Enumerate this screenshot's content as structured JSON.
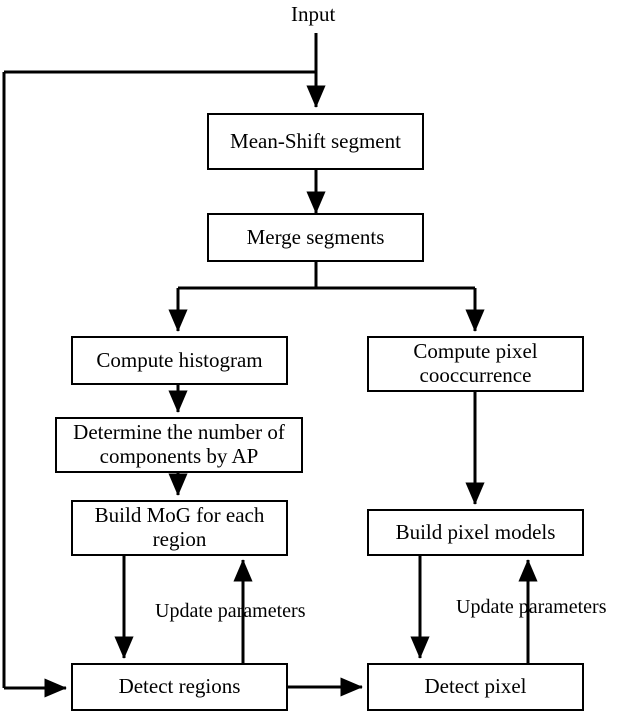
{
  "diagram": {
    "title": "Input",
    "type": "flowchart",
    "background_color": "#ffffff",
    "line_color": "#000000",
    "text_color": "#000000",
    "entry_label": "Input",
    "nodes": [
      {
        "id": "mean_shift_segment",
        "label": "Mean-Shift segment"
      },
      {
        "id": "merge_segments",
        "label": "Merge segments"
      },
      {
        "id": "compute_histogram",
        "label": "Compute histogram"
      },
      {
        "id": "compute_pixel_cooccurrence",
        "label": "Compute pixel\ncooccurrence"
      },
      {
        "id": "determine_components",
        "label": "Determine the number of\ncomponents by AP"
      },
      {
        "id": "build_mog",
        "label": "Build MoG for each\nregion"
      },
      {
        "id": "build_pixel_models",
        "label": "Build pixel models"
      },
      {
        "id": "detect_regions",
        "label": "Detect regions"
      },
      {
        "id": "detect_pixel",
        "label": "Detect pixel"
      }
    ],
    "edge_labels": [
      {
        "id": "update_parameters_left",
        "label": "Update parameters"
      },
      {
        "id": "update_parameters_right",
        "label": "Update parameters"
      }
    ]
  }
}
